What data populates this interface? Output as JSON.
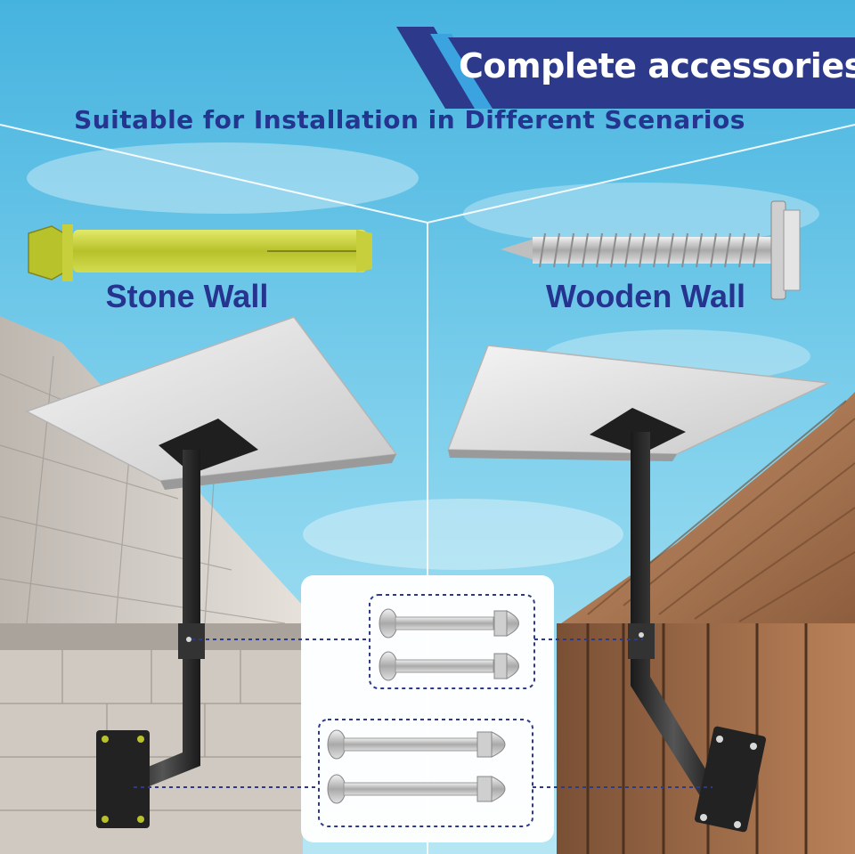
{
  "banner": {
    "title": "Complete accessories"
  },
  "subtitle": "Suitable for Installation in Different Scenarios",
  "scenarios": [
    {
      "label": "Stone Wall",
      "fastener_icon": "expansion-bolt-icon"
    },
    {
      "label": "Wooden Wall",
      "fastener_icon": "lag-screw-icon"
    }
  ],
  "colors": {
    "brand_navy": "#24348f",
    "banner_blue": "#2d3a8c",
    "banner_accent": "#3aa3e0",
    "sky": "#5ec4e6",
    "bolt_yellow": "#c9d43a",
    "mount_black": "#2b2b2b"
  }
}
